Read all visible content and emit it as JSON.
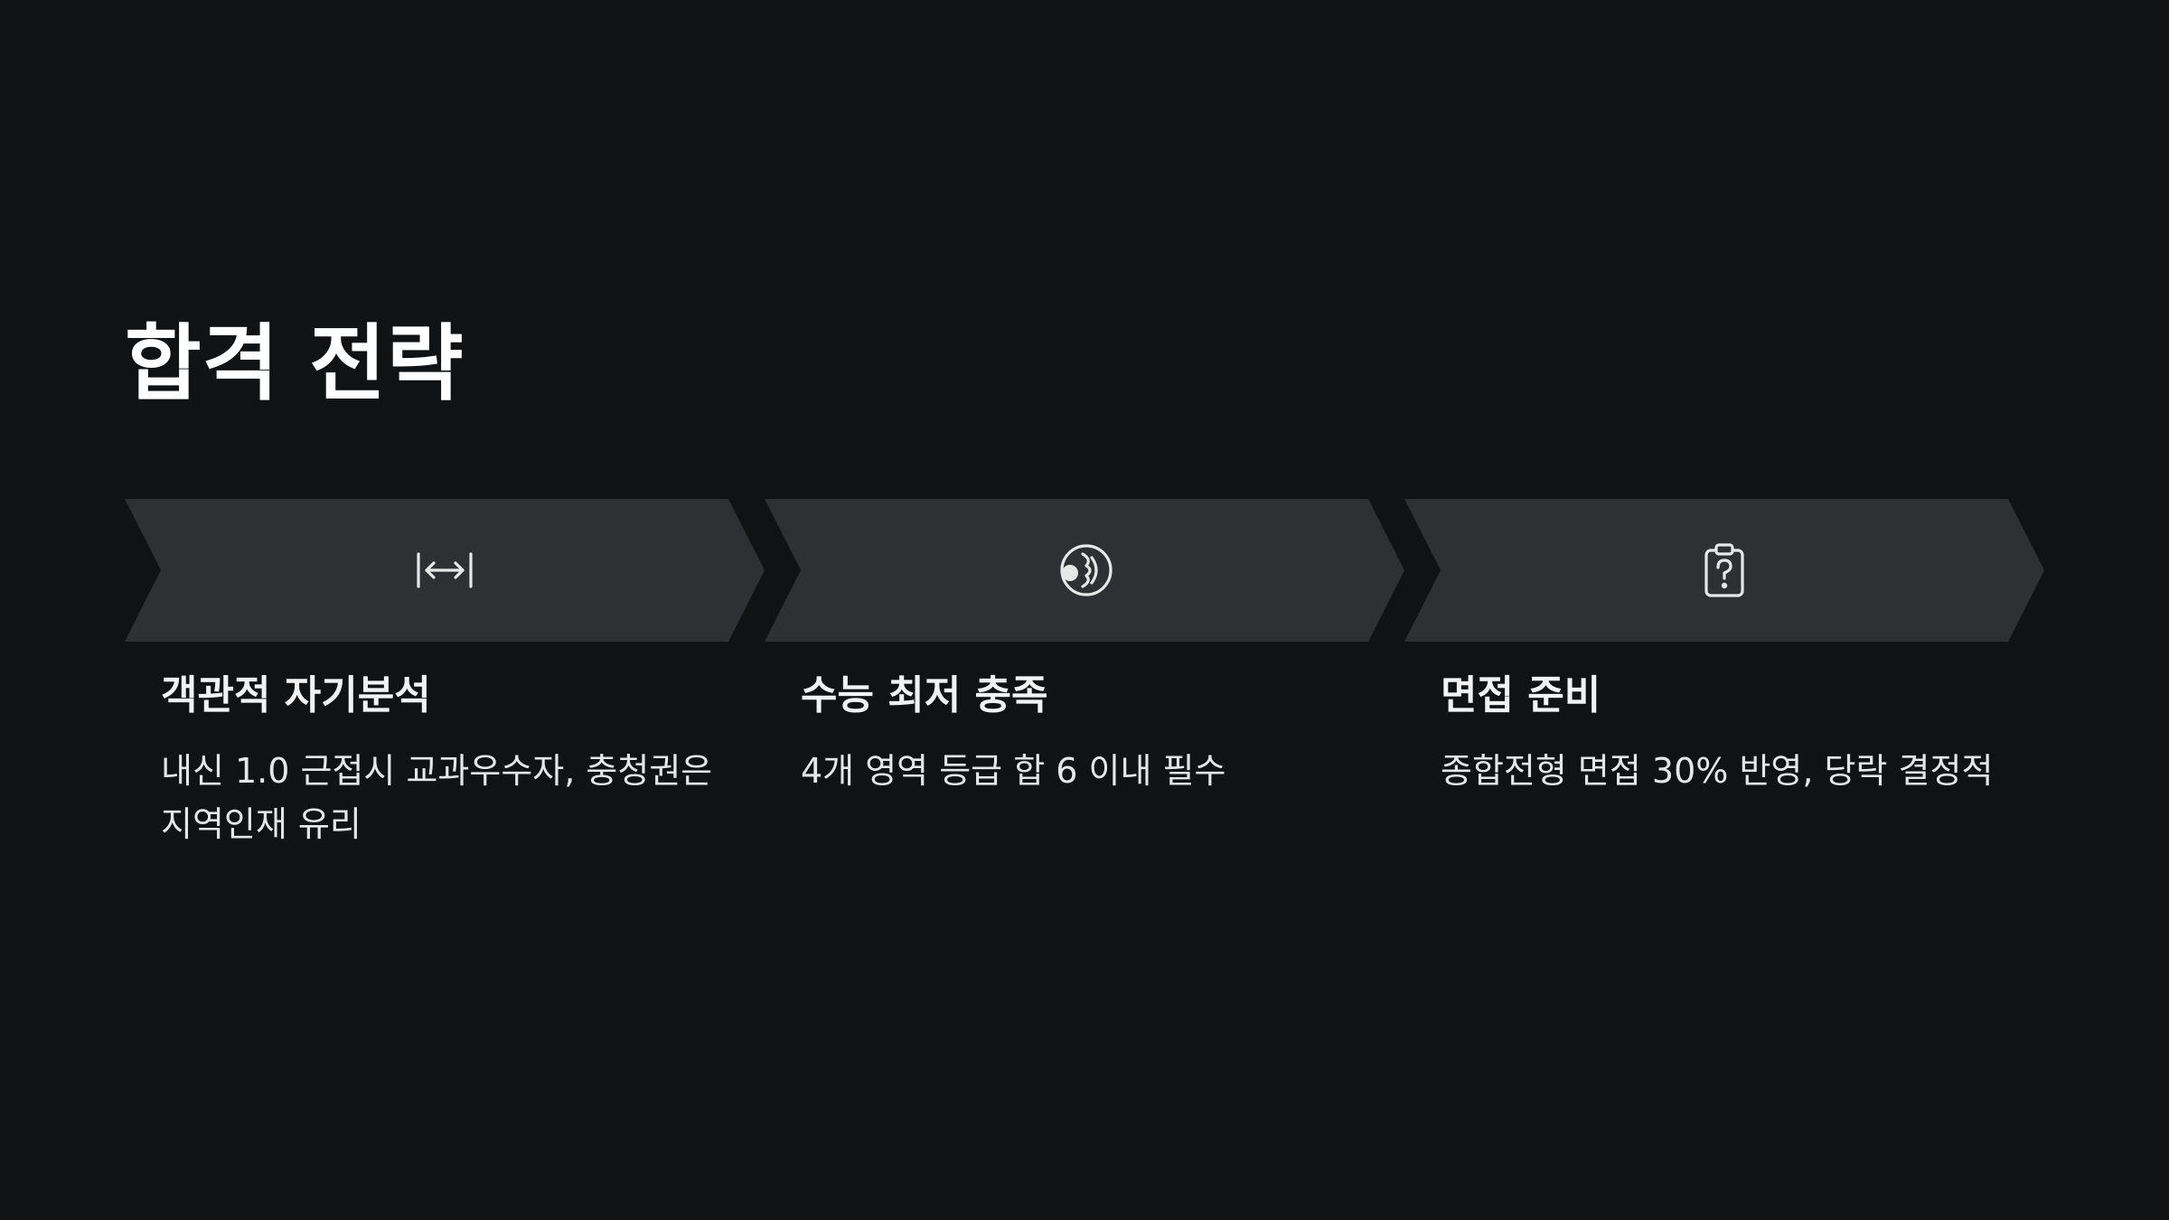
{
  "slide": {
    "title": "합격 전략",
    "colors": {
      "background": "#111214",
      "chevron_fill": "#2f3033",
      "text": "#ffffff",
      "icon": "#e8e8e8"
    },
    "steps": [
      {
        "icon": "fit-width-icon",
        "heading": "객관적 자기분석",
        "description": "내신 1.0 근접시 교과우수자, 충청권은 지역인재 유리"
      },
      {
        "icon": "head-sound-icon",
        "heading": "수능 최저 충족",
        "description": "4개 영역 등급 합 6 이내 필수"
      },
      {
        "icon": "clipboard-question-icon",
        "heading": "면접 준비",
        "description": "종합전형 면접 30% 반영, 당락 결정적"
      }
    ]
  }
}
